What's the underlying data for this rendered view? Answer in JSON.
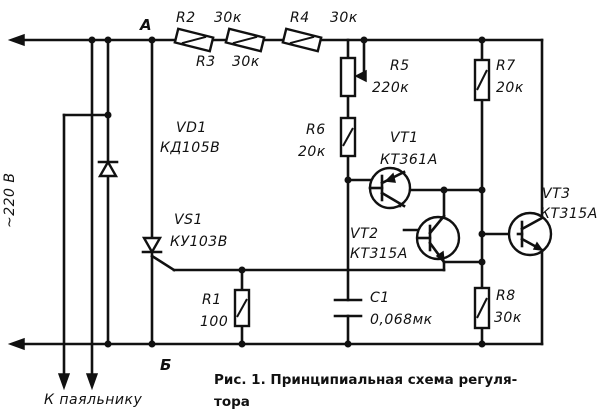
{
  "diagram": {
    "nodes": {
      "a": "A",
      "b": "Б"
    },
    "supply_label": "~220 В",
    "output_label": "К паяльнику",
    "components": {
      "r2": {
        "ref": "R2",
        "value": "30к"
      },
      "r3": {
        "ref": "R3",
        "value": "30к"
      },
      "r4": {
        "ref": "R4",
        "value": "30к"
      },
      "r5": {
        "ref": "R5",
        "value": "220к"
      },
      "r6": {
        "ref": "R6",
        "value": "20к"
      },
      "r7": {
        "ref": "R7",
        "value": "20к"
      },
      "r1": {
        "ref": "R1",
        "value": "100"
      },
      "r8": {
        "ref": "R8",
        "value": "30к"
      },
      "c1": {
        "ref": "C1",
        "value": "0,068мк"
      },
      "vd1": {
        "ref": "VD1",
        "value": "КД105В"
      },
      "vs1": {
        "ref": "VS1",
        "value": "КУ103В"
      },
      "vt1": {
        "ref": "VT1",
        "value": "КТ361А"
      },
      "vt2": {
        "ref": "VT2",
        "value": "КТ315А"
      },
      "vt3": {
        "ref": "VT3",
        "value": "КТ315А"
      }
    },
    "caption": {
      "line1": "Рис. 1. Принципиальная схема регуля-",
      "line2": "тора"
    }
  }
}
